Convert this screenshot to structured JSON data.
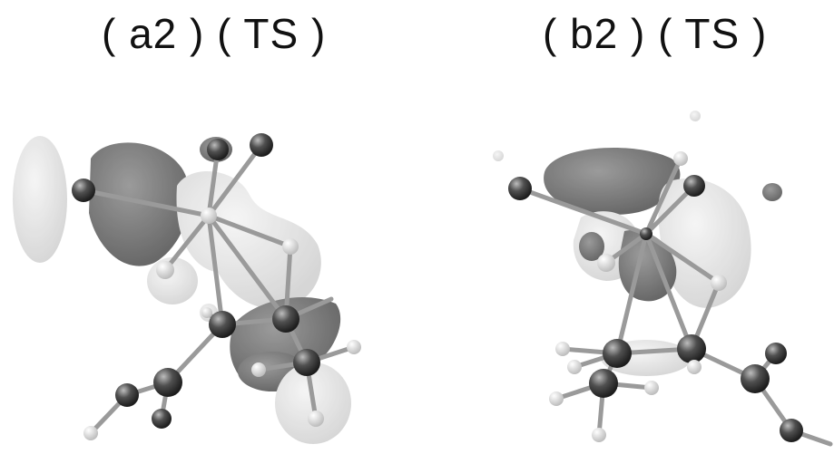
{
  "panels": [
    {
      "id": "a2",
      "label": "( a2 ) ( TS )"
    },
    {
      "id": "b2",
      "label": "( b2 ) ( TS )"
    }
  ],
  "colors": {
    "background": "#ffffff",
    "lobe_dark": "#5f5f5f",
    "lobe_light": "#dcdcdc",
    "atom_heavy": "#3a3a3a",
    "atom_light": "#e6e6e6",
    "bond": "#9a9a9a"
  }
}
